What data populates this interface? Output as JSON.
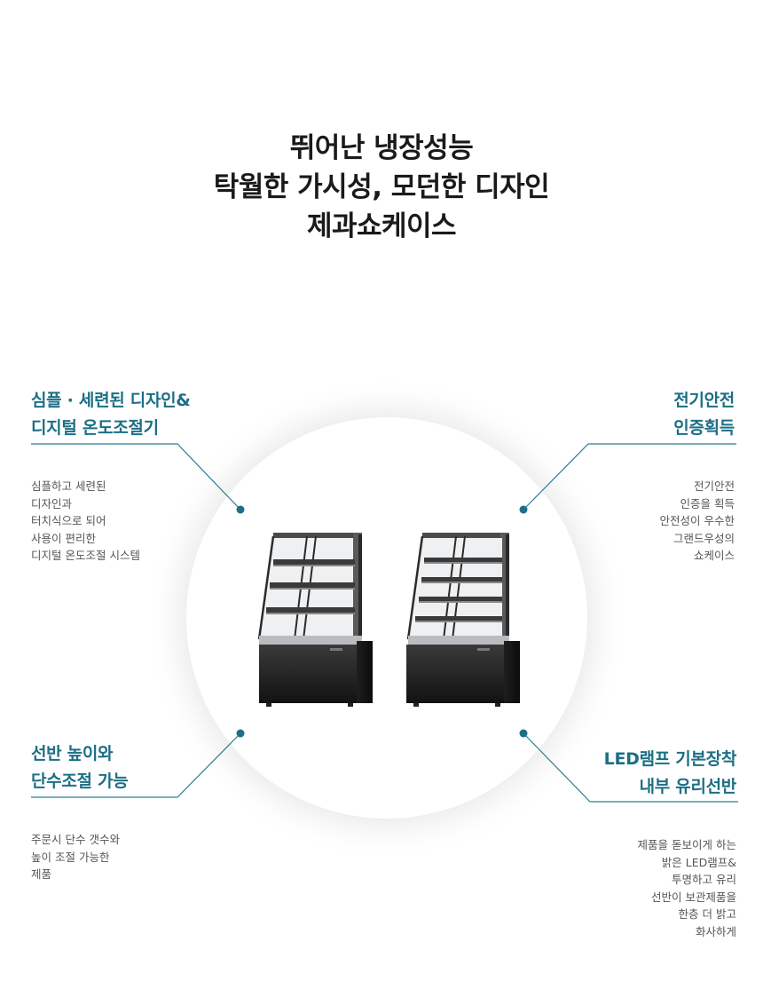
{
  "headline": {
    "line1": "뛰어난 냉장성능",
    "line2": "탁월한 가시성, 모던한 디자인",
    "line3": "제과쇼케이스"
  },
  "features": {
    "top_left": {
      "title": [
        "심플 · 세련된 디자인&",
        "디지털 온도조절기"
      ],
      "desc": [
        "심플하고 세련된",
        "디자인과",
        "터치식으로 되어",
        "사용이 편리한",
        "디지털 온도조절 시스템"
      ]
    },
    "top_right": {
      "title": [
        "전기안전",
        "인증획득"
      ],
      "desc": [
        "전기안전",
        "인증을 획득",
        "안전성이 우수한",
        "그랜드우성의",
        "쇼케이스"
      ]
    },
    "bottom_left": {
      "title": [
        "선반 높이와",
        "단수조절 가능"
      ],
      "desc": [
        "주문시 단수 갯수와",
        "높이 조절 가능한",
        "제품"
      ]
    },
    "bottom_right": {
      "title": [
        "LED램프 기본장착",
        "내부 유리선반"
      ],
      "desc": [
        "제품을 돋보이게 하는",
        "밝은 LED램프&",
        "투명하고 유리",
        "선반이 보관제품을",
        "한층 더 밝고",
        "화사하게"
      ]
    }
  },
  "colors": {
    "accent": "#1c6f85",
    "line": "#2a7f93",
    "text": "#555555",
    "headline": "#1a1a1a"
  },
  "images": {
    "product": "display-showcase-image"
  }
}
